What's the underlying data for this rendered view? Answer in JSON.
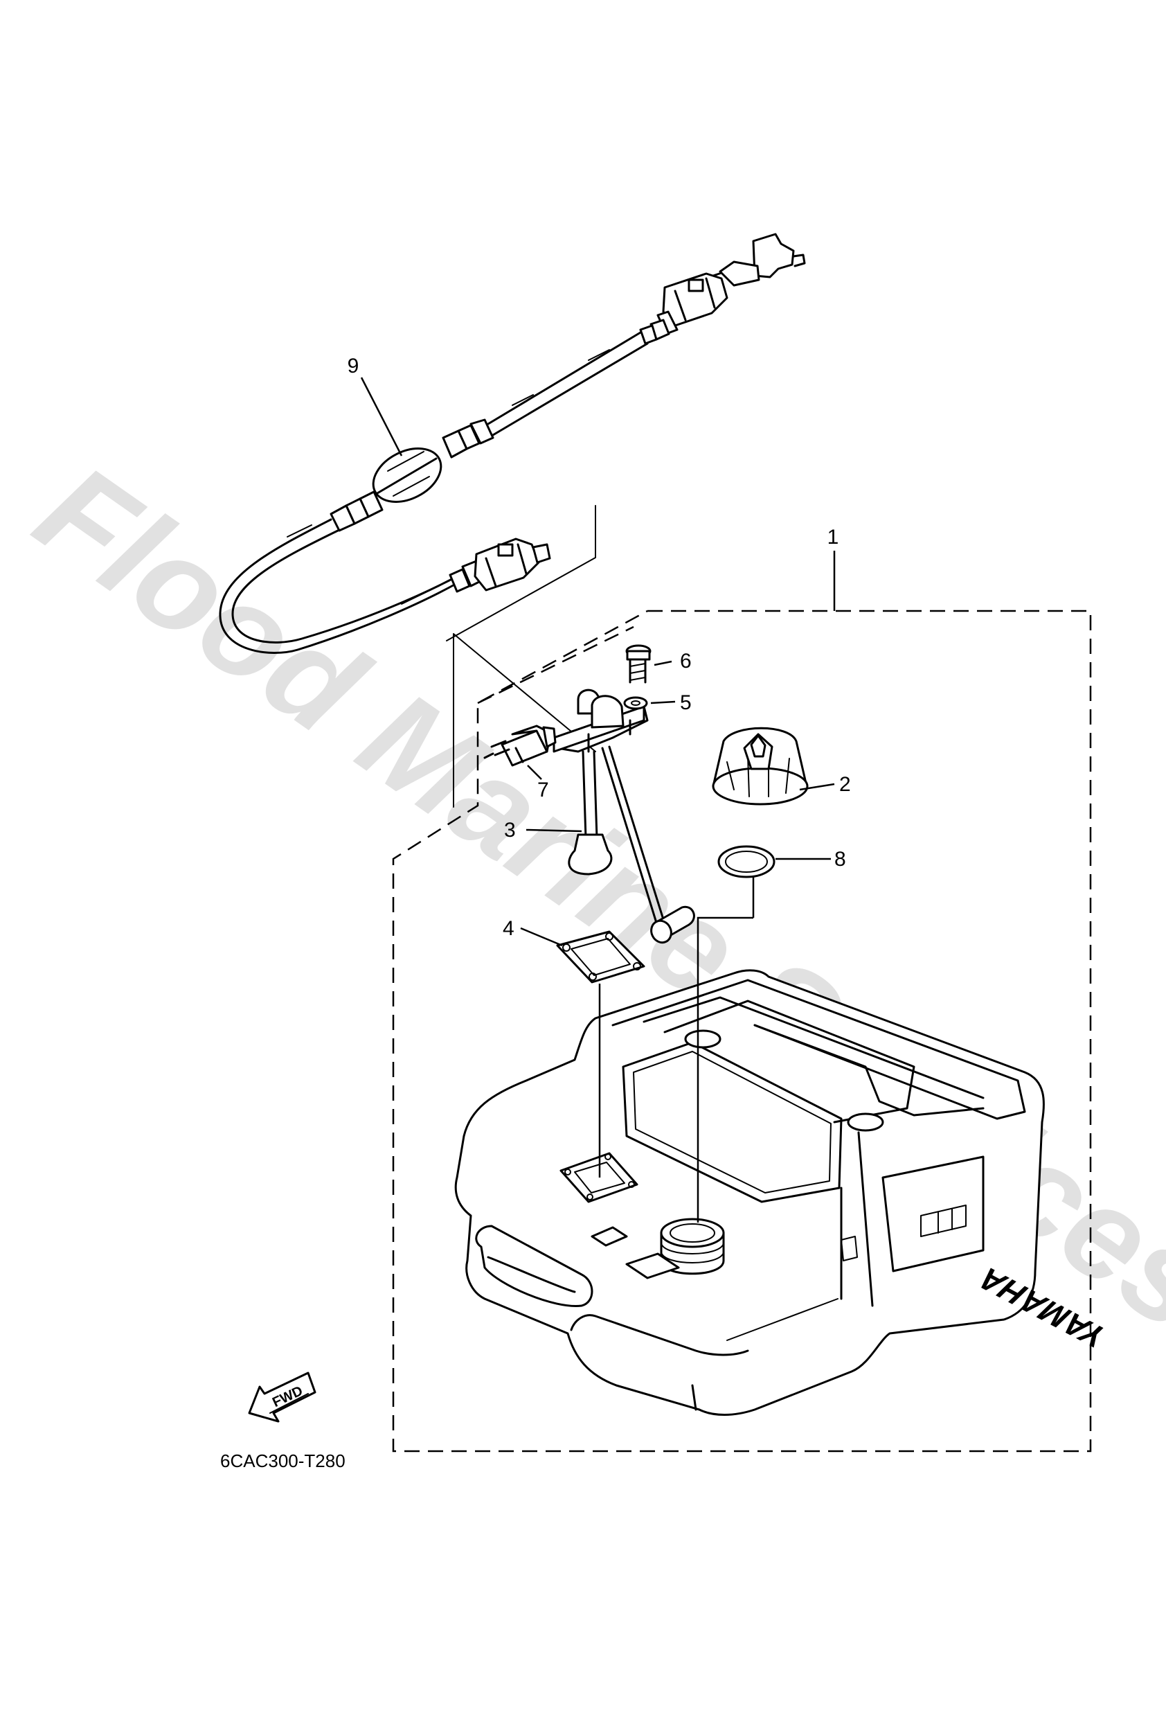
{
  "diagram": {
    "drawing_code": "6CAC300-T280",
    "watermark": "Flood Marine Services",
    "brand_mark": "YAMAHA",
    "fwd_label": "FWD",
    "callouts": [
      "1",
      "2",
      "3",
      "4",
      "5",
      "6",
      "7",
      "8",
      "9"
    ]
  }
}
